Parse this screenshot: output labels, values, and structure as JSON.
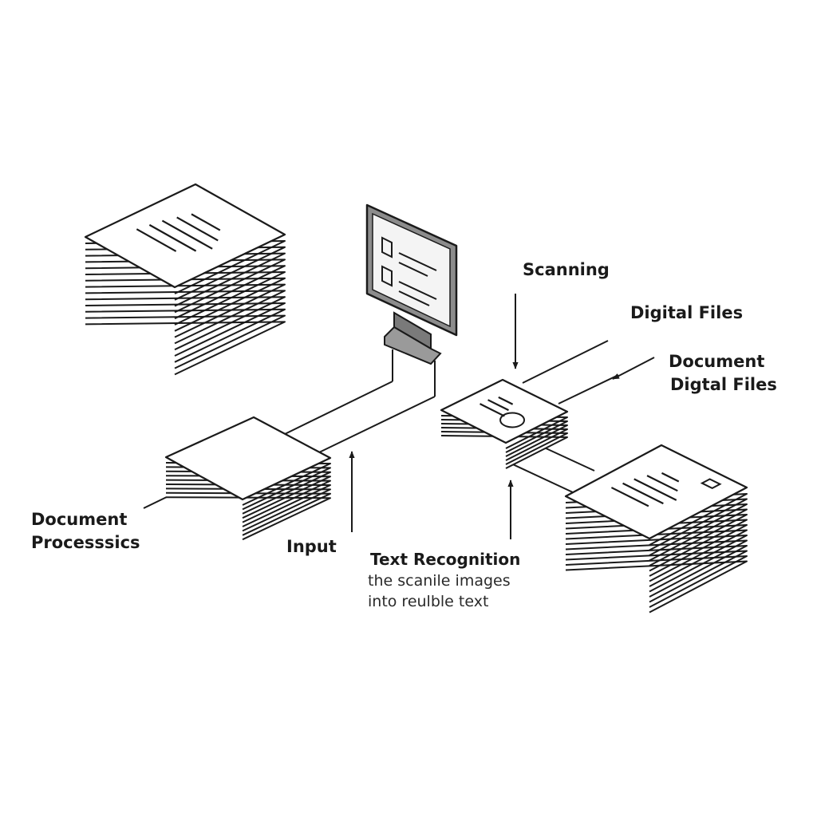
{
  "labels": {
    "scanning": "Scanning",
    "digital_files": "Digital Files",
    "document_digital_files": [
      "Document",
      "Digtal Files"
    ],
    "document_processes": [
      "Document",
      "Processsics"
    ],
    "input": "Input",
    "text_recognition": {
      "title": "Text Recognition",
      "lines": [
        "the scanile images",
        "into reulble text"
      ]
    }
  },
  "colors": {
    "stroke": "#1a1a1a",
    "paper": "#ffffff",
    "monitor_frame": "#8c8c8c",
    "monitor_stand": "#7a7a7a",
    "text": "#1a1a1a"
  },
  "icons": [
    "document-stack-icon",
    "monitor-icon",
    "arrow-icon"
  ]
}
